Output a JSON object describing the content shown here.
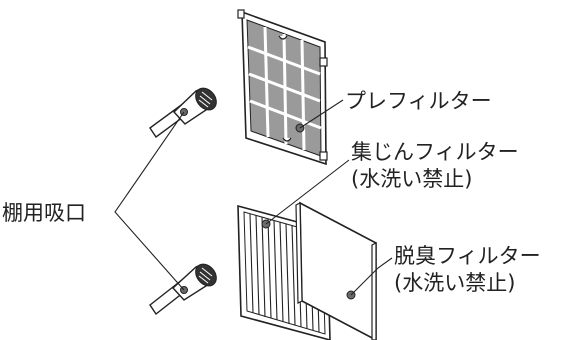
{
  "labels": {
    "brush_nozzle": "棚用吸口",
    "pre_filter": "プレフィルター",
    "dust_filter_line1": "集じんフィルター",
    "dust_filter_line2": "(水洗い禁止)",
    "deodor_filter_line1": "脱臭フィルター",
    "deodor_filter_line2": "(水洗い禁止)"
  },
  "colors": {
    "line": "#222222",
    "filter_fill": "#9a9a9a",
    "filter_frame": "#ffffff",
    "dot": "#7a7a7a"
  }
}
